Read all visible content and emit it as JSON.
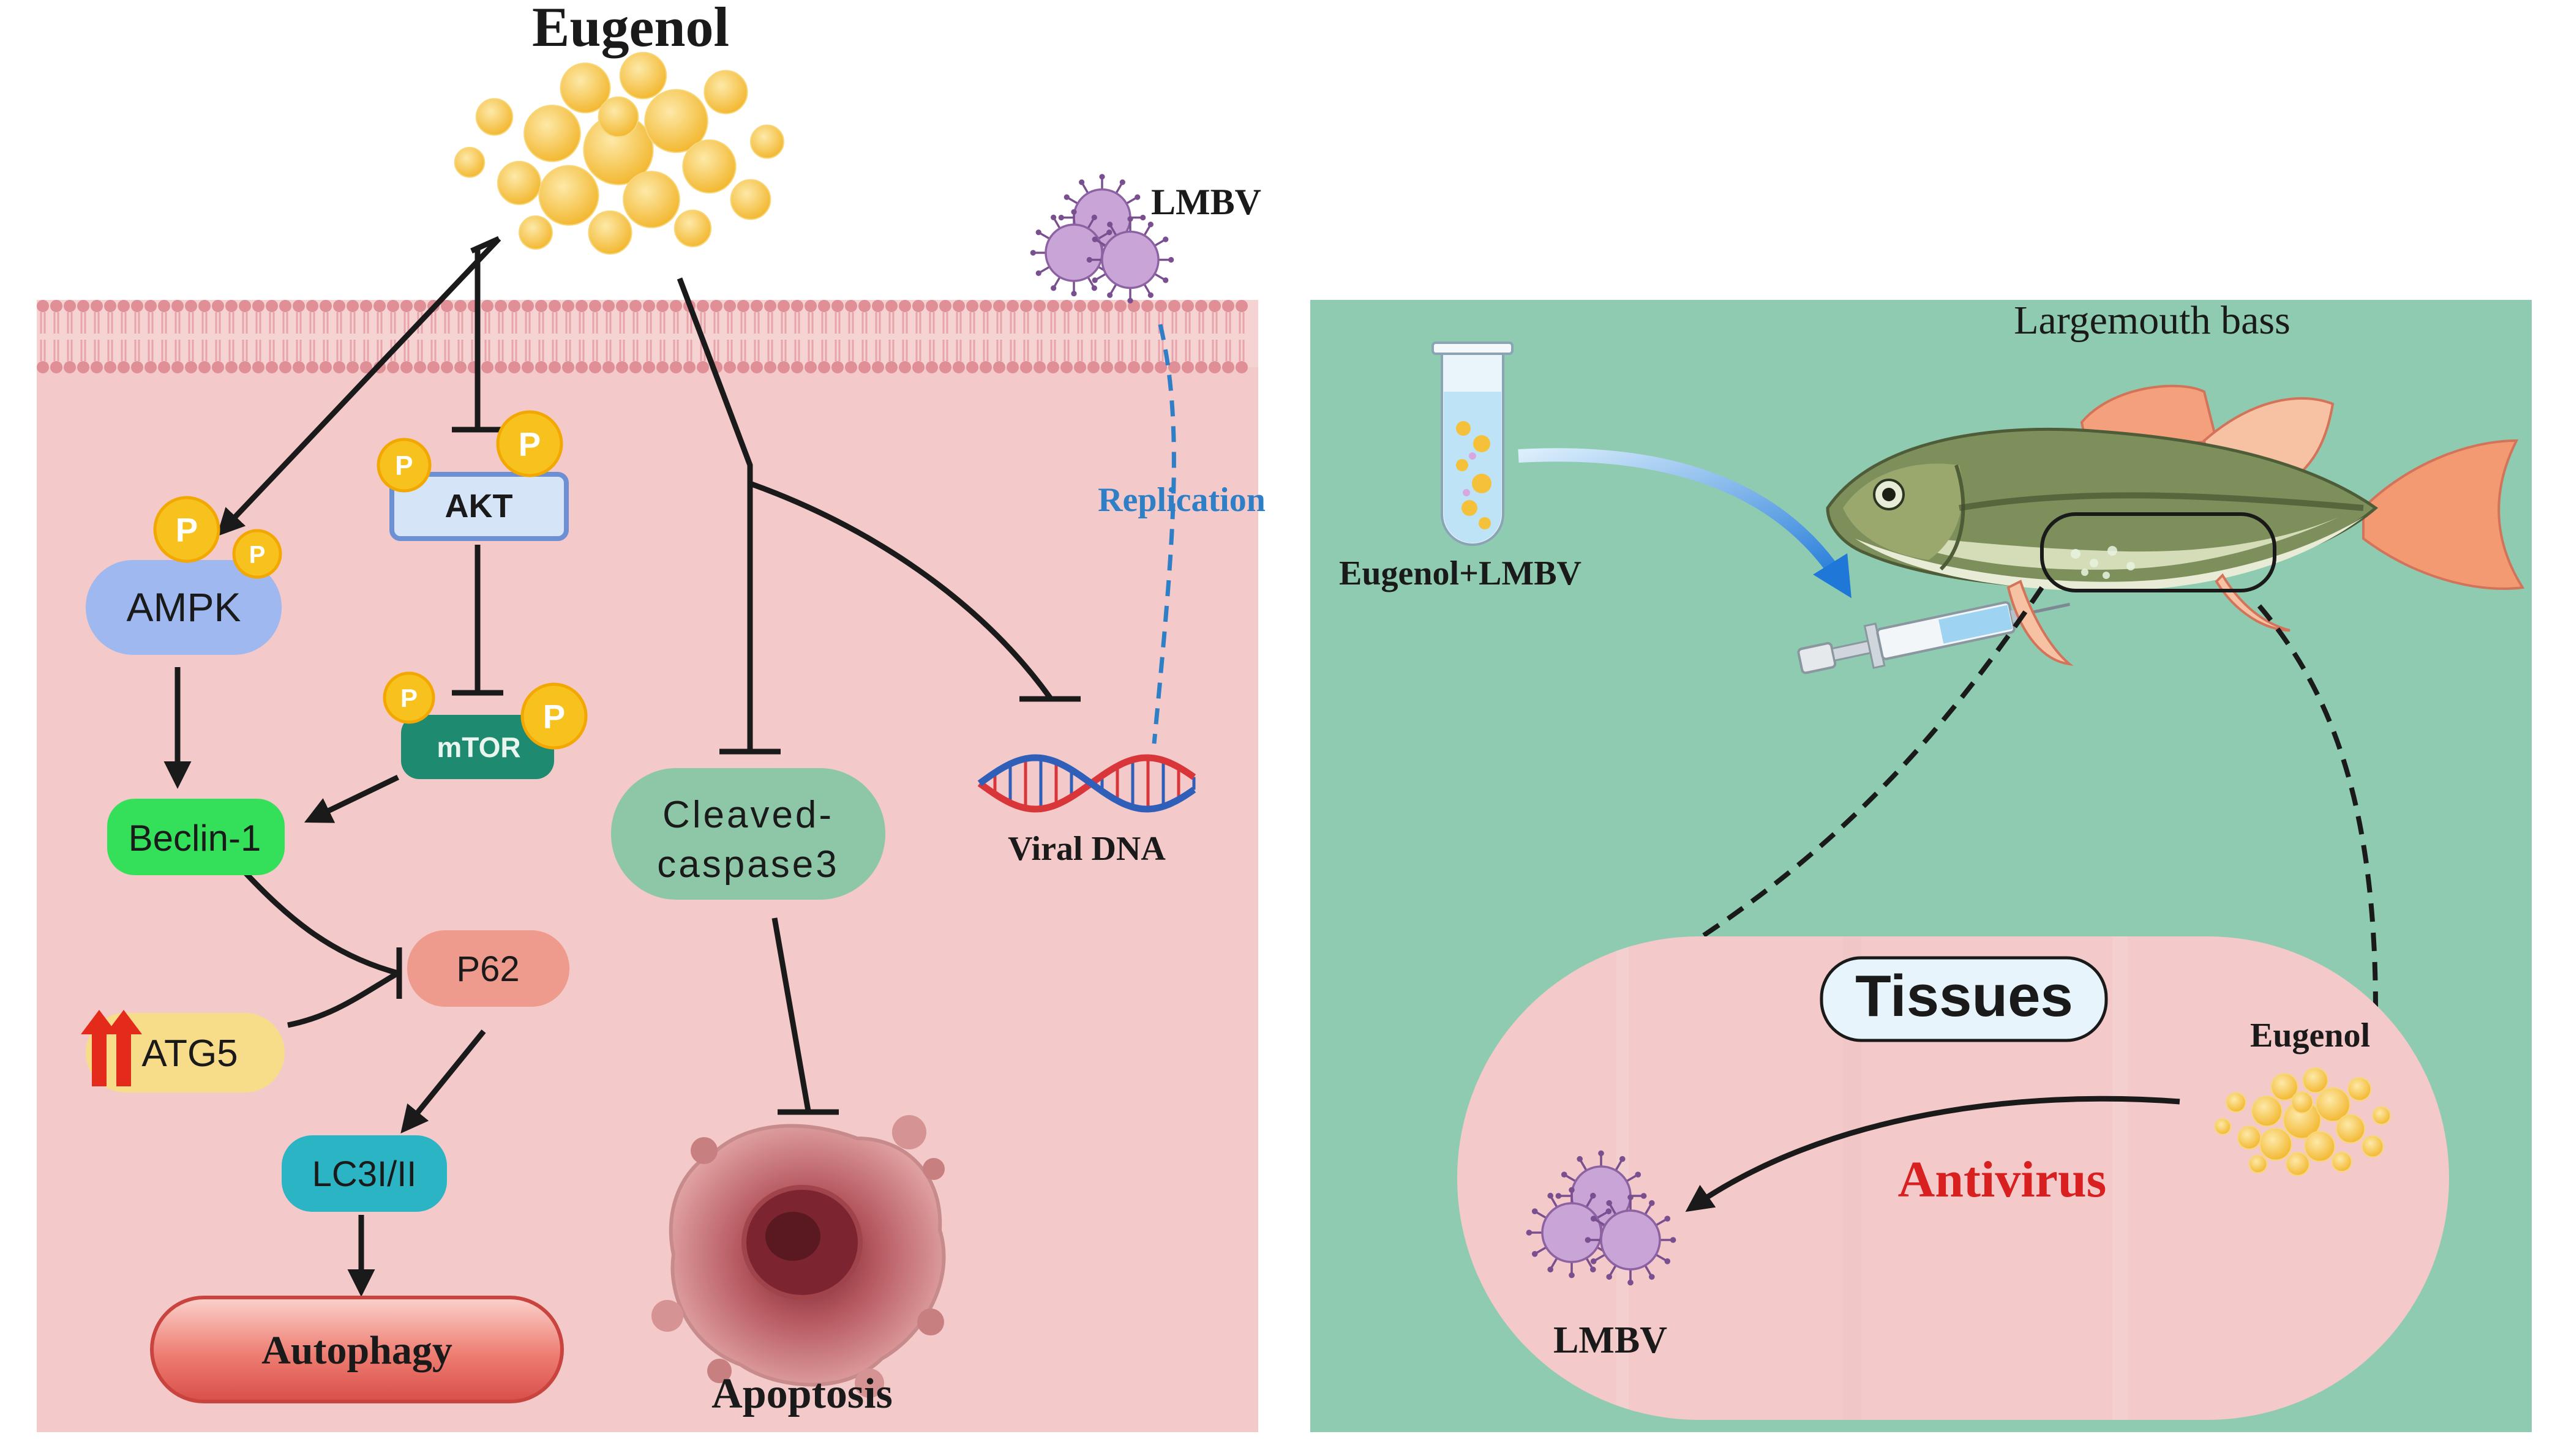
{
  "left_panel": {
    "title": "Eugenol",
    "virus_label": "LMBV",
    "replication_label": "Replication",
    "viral_dna_label": "Viral DNA",
    "nodes": {
      "ampk": "AMPK",
      "akt": "AKT",
      "mtor": "mTOR",
      "beclin": "Beclin-1",
      "p62": "P62",
      "atg5": "ATG5",
      "lc3": "LC3I/II",
      "autophagy": "Autophagy",
      "caspase_line1": "Cleaved-",
      "caspase_line2": "caspase3",
      "apoptosis": "Apoptosis"
    },
    "phospho_label": "P"
  },
  "right_panel": {
    "fish_label": "Largemouth bass",
    "injection_label": "Eugenol+LMBV",
    "tissues_label": "Tissues",
    "eugenol_label": "Eugenol",
    "antivirus_label": "Antivirus",
    "virus_label": "LMBV"
  },
  "colors": {
    "cell_bg": "#f3c9c9",
    "membrane": "#e08f96",
    "right_bg": "#8ecbb0",
    "eugenol": "#f6c13a",
    "phospho": "#f8c21e",
    "ampk": "#9fb8ef",
    "akt": "#cfe0f5",
    "mtor": "#1e8a70",
    "beclin": "#34e05a",
    "p62": "#ee9a8c",
    "atg5": "#f7dc8a",
    "lc3": "#2bb5c4",
    "autophagy": "#ea7068",
    "caspase": "#8ec7a8",
    "replication": "#2f7fc6",
    "antivirus": "#d92020",
    "virus": "#c9a4d6"
  }
}
